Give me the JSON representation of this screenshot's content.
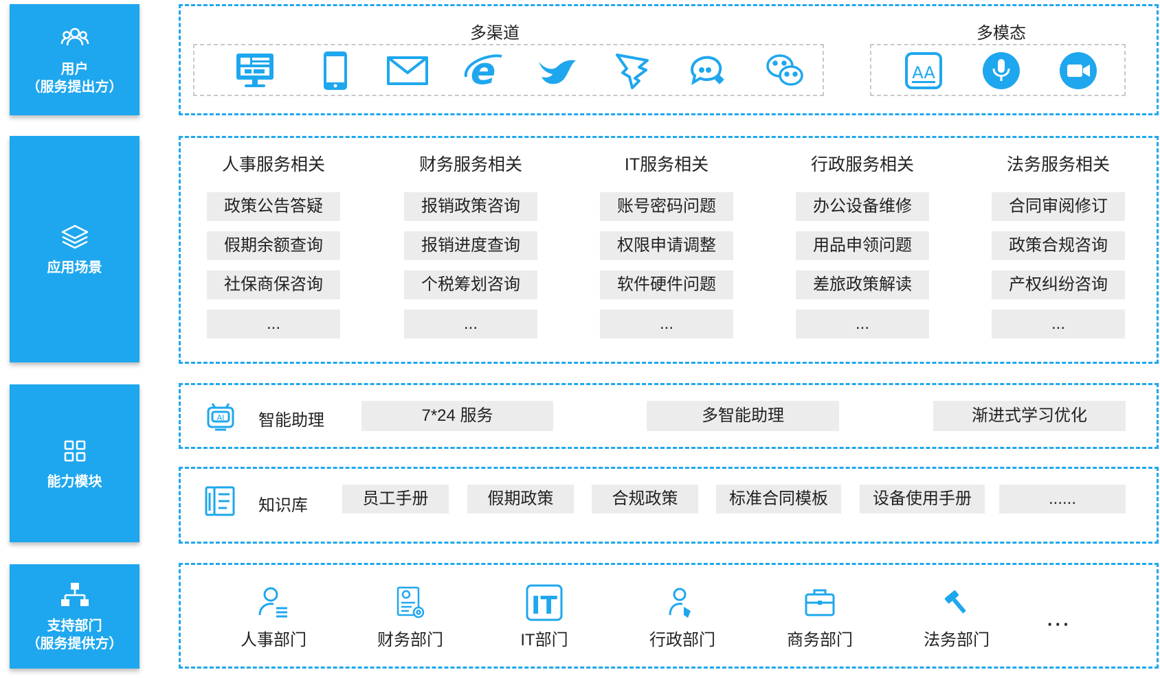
{
  "sidebar": {
    "user": {
      "label": "用户",
      "sub": "（服务提出方）",
      "icon": "users-icon"
    },
    "scene": {
      "label": "应用场景",
      "icon": "layers-icon"
    },
    "capability": {
      "label": "能力模块",
      "icon": "grid-icon"
    },
    "support": {
      "label": "支持部门",
      "sub": "（服务提供方）",
      "icon": "org-chart-icon"
    }
  },
  "channels": {
    "title": "多渠道",
    "icons": [
      "desktop-icon",
      "mobile-icon",
      "mail-icon",
      "ie-browser-icon",
      "bird-app-icon",
      "feather-app-icon",
      "chat-bubble-icon",
      "wechat-icon"
    ]
  },
  "modalities": {
    "title": "多模态",
    "icons": [
      "text-aa-icon",
      "microphone-icon",
      "video-camera-icon"
    ]
  },
  "scenarios": [
    {
      "title": "人事服务相关",
      "items": [
        "政策公告答疑",
        "假期余额查询",
        "社保商保咨询",
        "..."
      ]
    },
    {
      "title": "财务服务相关",
      "items": [
        "报销政策咨询",
        "报销进度查询",
        "个税筹划咨询",
        "..."
      ]
    },
    {
      "title": "IT服务相关",
      "items": [
        "账号密码问题",
        "权限申请调整",
        "软件硬件问题",
        "..."
      ]
    },
    {
      "title": "行政服务相关",
      "items": [
        "办公设备维修",
        "用品申领问题",
        "差旅政策解读",
        "..."
      ]
    },
    {
      "title": "法务服务相关",
      "items": [
        "合同审阅修订",
        "政策合规咨询",
        "产权纠纷咨询",
        "..."
      ]
    }
  ],
  "assistant": {
    "label": "智能助理",
    "icon": "ai-robot-icon",
    "features": [
      "7*24 服务",
      "多智能助理",
      "渐进式学习优化"
    ]
  },
  "knowledge": {
    "label": "知识库",
    "icon": "document-list-icon",
    "items": [
      "员工手册",
      "假期政策",
      "合规政策",
      "标准合同模板",
      "设备使用手册",
      "......"
    ]
  },
  "departments": {
    "items": [
      {
        "label": "人事部门",
        "icon": "person-list-icon"
      },
      {
        "label": "财务部门",
        "icon": "finance-doc-icon"
      },
      {
        "label": "IT部门",
        "icon": "it-icon"
      },
      {
        "label": "行政部门",
        "icon": "person-admin-icon"
      },
      {
        "label": "商务部门",
        "icon": "briefcase-icon"
      },
      {
        "label": "法务部门",
        "icon": "gavel-icon"
      }
    ],
    "more": "···"
  },
  "colors": {
    "accent": "#1ea7ee",
    "box": "#ececec"
  }
}
